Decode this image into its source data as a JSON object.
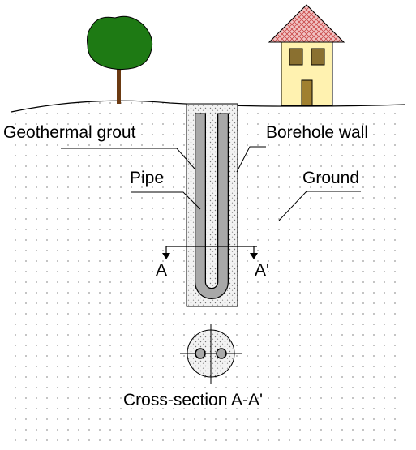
{
  "labels": {
    "grout": "Geothermal grout",
    "borehole_wall": "Borehole wall",
    "pipe": "Pipe",
    "ground": "Ground",
    "section_left": "A",
    "section_right": "A'",
    "cross_section": "Cross-section A-A'"
  },
  "colors": {
    "tree_crown": "#1e7a14",
    "tree_trunk": "#6b3a12",
    "roof": "#e8a0a0",
    "roof_hatch": "#c04040",
    "house_wall": "#fff2b0",
    "window": "#8a7030",
    "door": "#a08030",
    "pipe": "#a8a8a8",
    "grout": "#eeeeee",
    "ground_dots": "#9a9a9a"
  }
}
